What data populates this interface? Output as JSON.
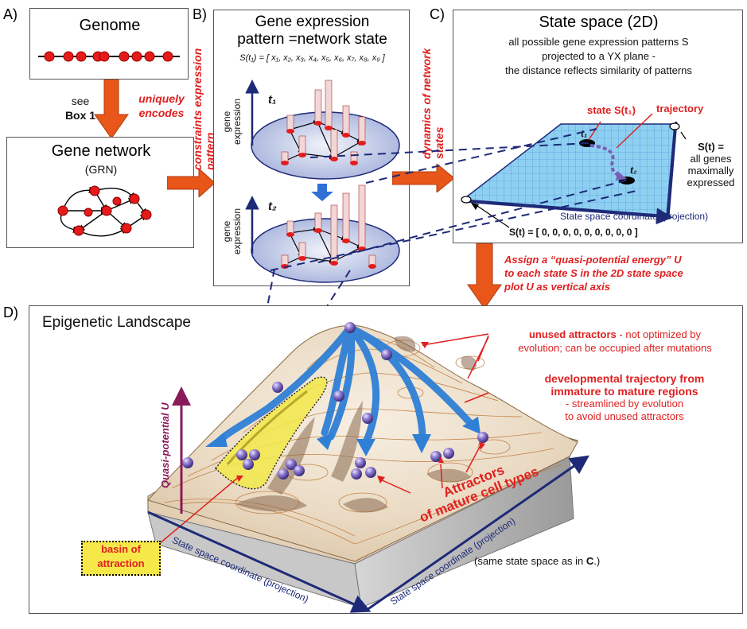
{
  "panels": {
    "A": {
      "letter": "A)",
      "genome_title": "Genome",
      "see": "see",
      "box": "Box 1",
      "encodes": "uniquely encodes",
      "network_title": "Gene network",
      "network_sub": "(GRN)"
    },
    "B": {
      "letter": "B)",
      "title_line1": "Gene expression",
      "title_line2": "pattern =network state",
      "formula": "S(t₁) = [ x₁, x₂, x₃, x₄, x₅, x₆, x₇, x₈, x₉ ]",
      "t1": "t₁",
      "t2": "t₂",
      "axis_label": "gene expression",
      "constraints": "constraints expression pattern"
    },
    "C": {
      "letter": "C)",
      "title": "State space (2D)",
      "desc1": "all possible gene expression patterns S",
      "desc2": "projected to a YX plane -",
      "desc3": "the distance reflects similarity of patterns",
      "state_label": "state S(t₁)",
      "trajectory": "trajectory",
      "t1": "t₁",
      "t2": "t₂",
      "max_s": "S(t) =",
      "max_1": "all genes",
      "max_2": "maximally",
      "max_3": "expressed",
      "axis": "State space coordinate (projection)",
      "zero": "S(t) = [ 0, 0, 0, 0, 0, 0, 0, 0, 0 ]",
      "dynamics": "dynamics of network states"
    },
    "assign": {
      "line1": "Assign  a “quasi-potential energy” U",
      "line2": "to each state S in the 2D state space",
      "line3": "plot U as vertical axis"
    },
    "D": {
      "letter": "D)",
      "title": "Epigenetic Landscape",
      "unused_bold": "unused attractors",
      "unused_rest": " - not optimized  by",
      "unused_2": "evolution;  can be occupied after mutations",
      "dev_1": "developmental  trajectory from",
      "dev_2": "immature to mature regions",
      "dev_3": "- streamlined by evolution",
      "dev_4": "to avoid unused attractors",
      "attractors_1": "Attractors",
      "attractors_2": "of mature cell types",
      "quasi": "Quasi-potential U",
      "basin_1": "basin of",
      "basin_2": "attraction",
      "axis_left": "State space coordinate (projection)",
      "axis_right": "State space coordinate (projection)",
      "same": "(same state space as in ",
      "same_c": "C",
      "same_end": ".)"
    }
  },
  "colors": {
    "accent_red": "#e02020",
    "arrow_orange": "#e8561a",
    "node_red": "#e51b1b",
    "grid_blue": "#5bb8e8",
    "axis_navy": "#1e2a78",
    "purple": "#7a5fb8",
    "landscape_brown": "#b8865a"
  }
}
